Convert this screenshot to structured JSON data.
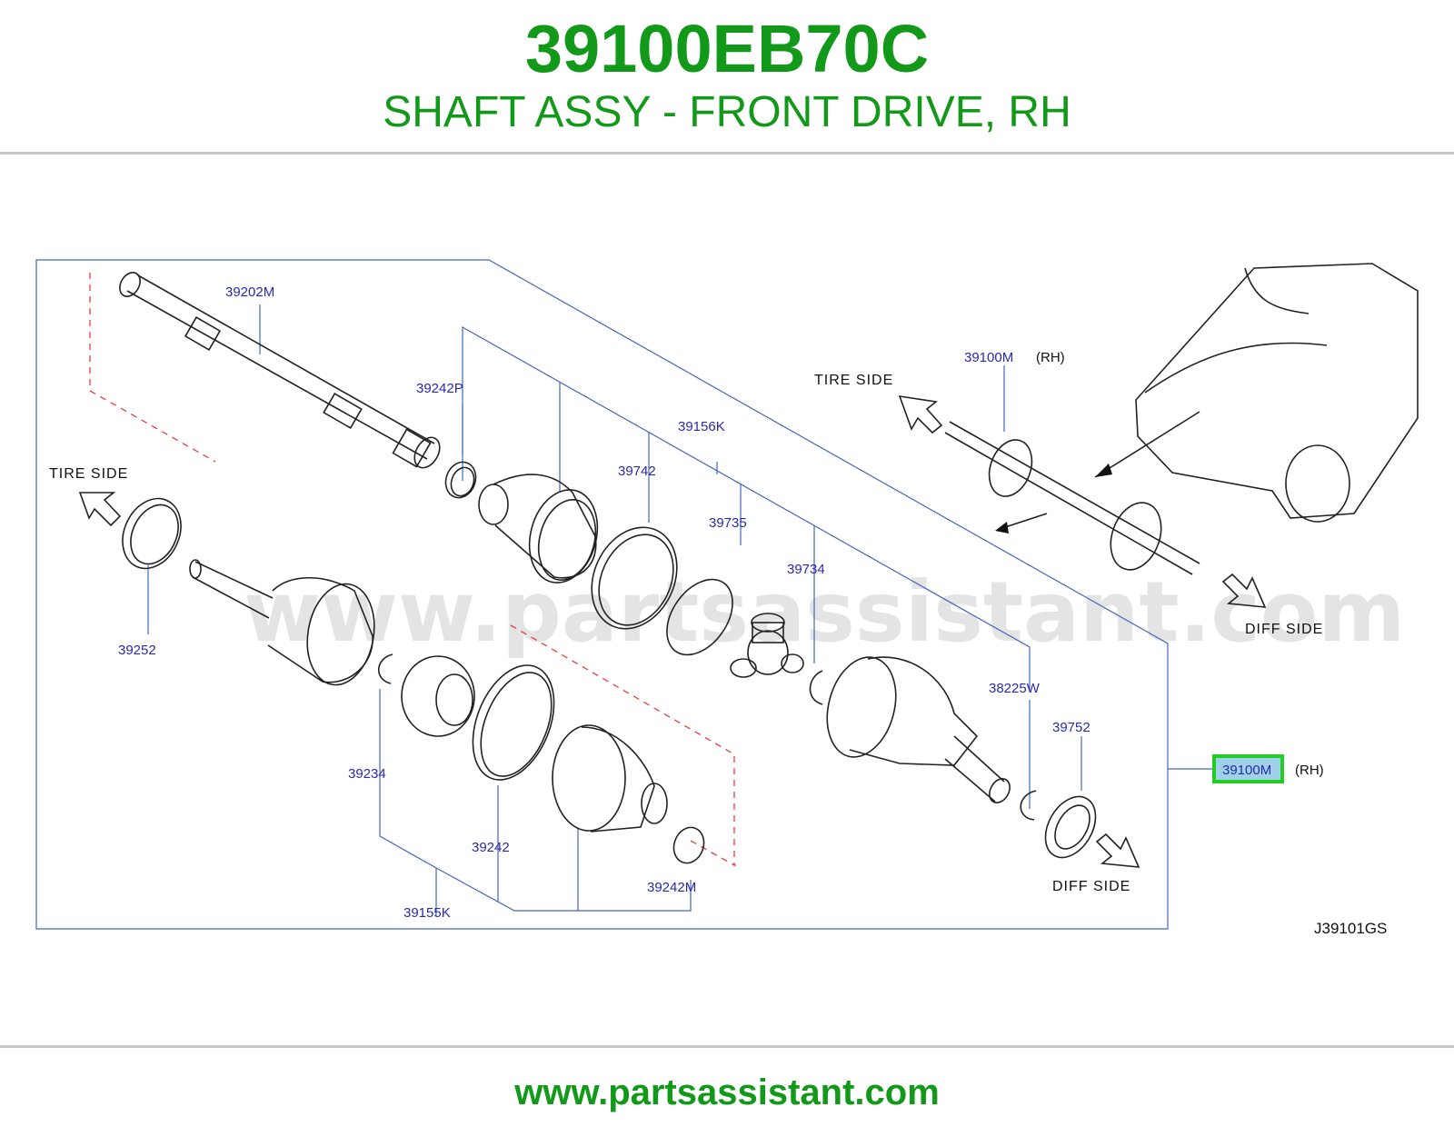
{
  "header": {
    "part_number": "39100EB70C",
    "description": "SHAFT ASSY - FRONT DRIVE, RH"
  },
  "footer": {
    "site": "www.partsassistant.com"
  },
  "diagram": {
    "watermark": "www.partsassistant.com",
    "ref_code": "J39101GS",
    "highlight_color": "#22cc22",
    "callouts": {
      "c39202M": "39202M",
      "c39242P": "39242P",
      "c39156K": "39156K",
      "c39742": "39742",
      "c39735": "39735",
      "c39734": "39734",
      "c38225W": "38225W",
      "c39752": "39752",
      "c39252": "39252",
      "c39234": "39234",
      "c39242": "39242",
      "c39242M": "39242M",
      "c39155K": "39155K",
      "c39100M_top": "39100M",
      "c39100M_main": "39100M"
    },
    "rh_top": "(RH)",
    "rh_main": "(RH)",
    "tire_side_left": "TIRE   SIDE",
    "tire_side_right": "TIRE   SIDE",
    "diff_side_bottom": "DIFF   SIDE",
    "diff_side_right": "DIFF   SIDE"
  }
}
